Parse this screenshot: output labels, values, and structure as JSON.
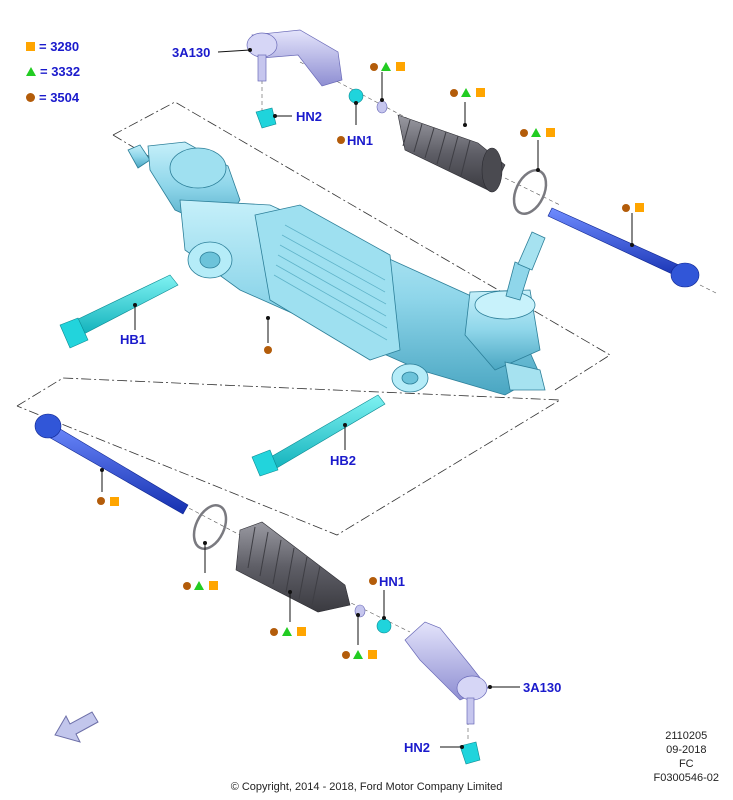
{
  "legend": [
    {
      "symbol": "square",
      "color": "#ffa500",
      "label": "= 3280"
    },
    {
      "symbol": "triangle",
      "color": "#22cc22",
      "label": "= 3332"
    },
    {
      "symbol": "circle",
      "color": "#b35c0a",
      "label": "= 3504"
    }
  ],
  "callouts": {
    "tie_rod_end_top": "3A130",
    "nut_top": "HN2",
    "nut_inner_top": "HN1",
    "bolt_1": "HB1",
    "bolt_2": "HB2",
    "nut_inner_bottom": "HN1",
    "tie_rod_end_bottom": "3A130",
    "nut_bottom": "HN2"
  },
  "meta": {
    "code": "2110205",
    "date": "09-2018",
    "region": "FC",
    "figure_id": "F0300546-02"
  },
  "copyright": "© Copyright, 2014 - 2018, Ford Motor Company Limited",
  "colors": {
    "housing": "#8fd6ea",
    "boot": "#6e6e76",
    "tie_rod": "#2a4fd8",
    "tie_rod_end": "#b7b7e8",
    "hardware": "#19d0d8",
    "label": "#1a1acc"
  }
}
